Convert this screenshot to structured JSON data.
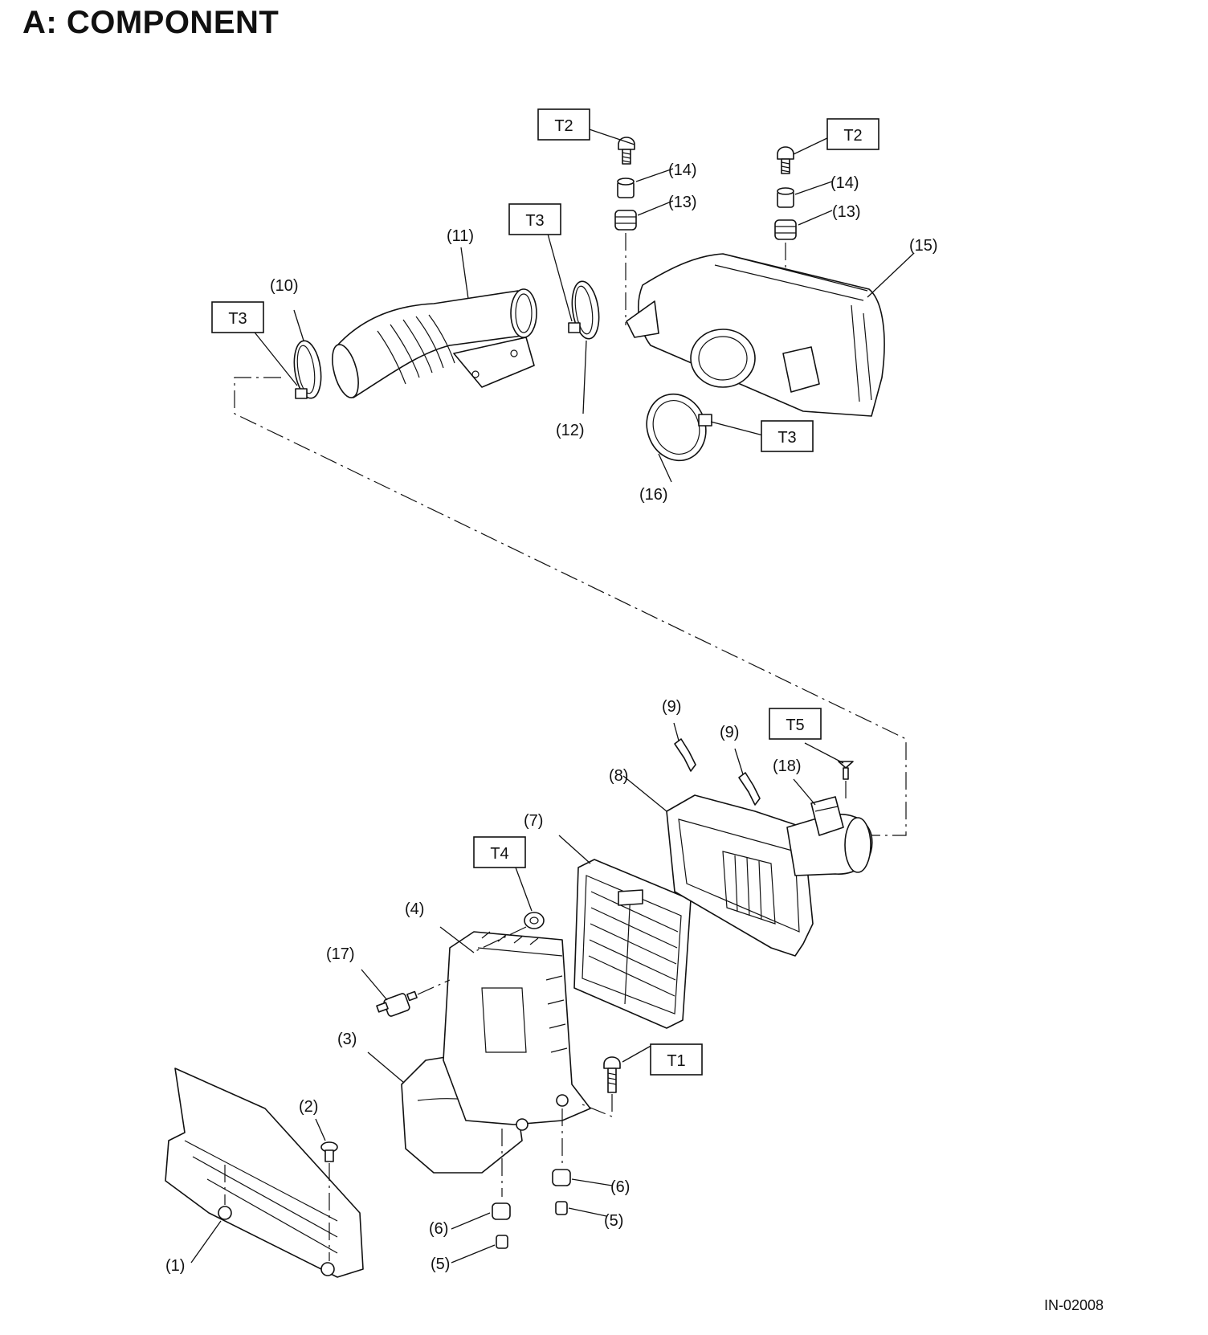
{
  "title": "A:  COMPONENT",
  "figure_code": "IN-02008",
  "torque_labels": [
    "T1",
    "T2",
    "T3",
    "T4",
    "T5"
  ],
  "part_labels": {
    "p1": "(1)",
    "p2": "(2)",
    "p3": "(3)",
    "p4": "(4)",
    "p5": "(5)",
    "p6": "(6)",
    "p7": "(7)",
    "p8": "(8)",
    "p9": "(9)",
    "p10": "(10)",
    "p11": "(11)",
    "p12": "(12)",
    "p13": "(13)",
    "p14": "(14)",
    "p15": "(15)",
    "p16": "(16)",
    "p17": "(17)",
    "p18": "(18)"
  }
}
